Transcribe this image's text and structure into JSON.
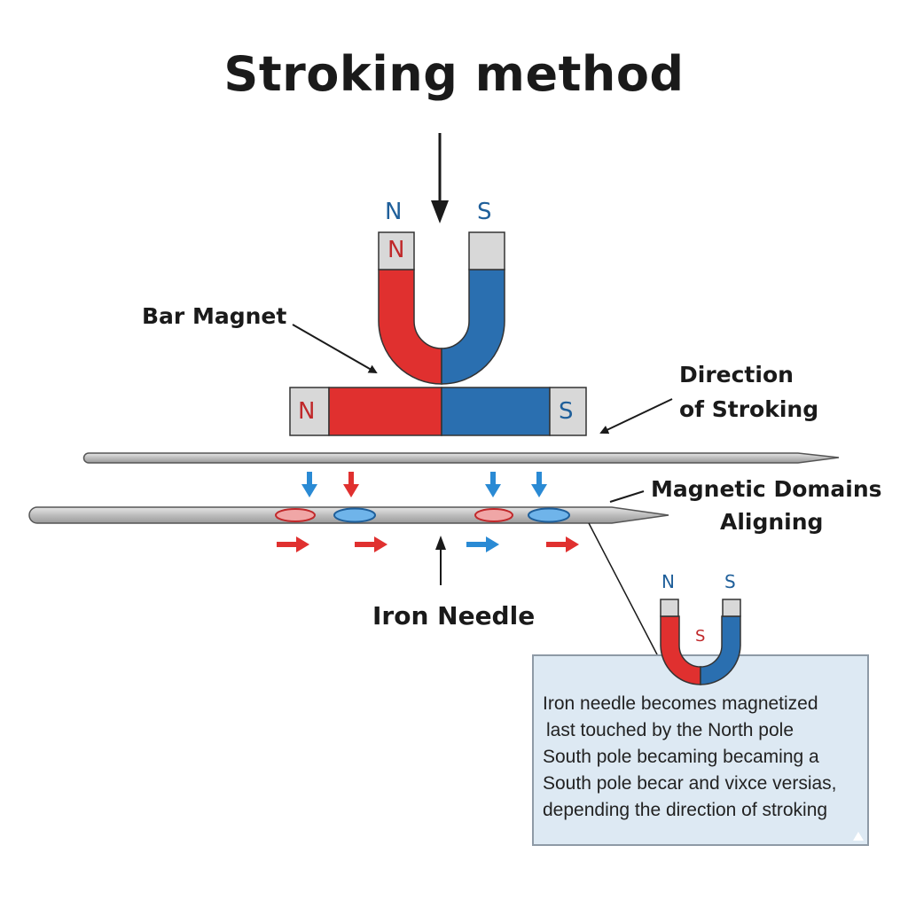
{
  "title": "Stroking method",
  "labels": {
    "bar_magnet": "Bar Magnet",
    "direction_line1": "Direction",
    "direction_line2": "of Stroking",
    "domains_line1": "Magnetic Domains",
    "domains_line2": "Aligning",
    "iron_needle": "Iron Needle"
  },
  "horseshoe_magnet": {
    "pole_left_outer": "N",
    "pole_right_outer": "S",
    "pole_left_cap": "N"
  },
  "bar_magnet": {
    "pole_left": "N",
    "pole_right": "S"
  },
  "small_magnet": {
    "pole_left_outer": "N",
    "pole_right_outer": "S",
    "pole_inner": "S"
  },
  "note": {
    "lines": [
      "Iron needle becomes magnetized",
      "last touched by the North pole",
      "South pole becaming becaming a",
      "South pole becar and vixce versias,",
      "depending the direction of stroking"
    ]
  },
  "colors": {
    "north": "#e0302f",
    "south": "#2a6fb0",
    "pole_cap": "#d8d8d8",
    "needle": "#c8c8c8",
    "note_bg": "#dde9f3",
    "north_label": "#c0282a",
    "south_label": "#1f5f9a"
  }
}
